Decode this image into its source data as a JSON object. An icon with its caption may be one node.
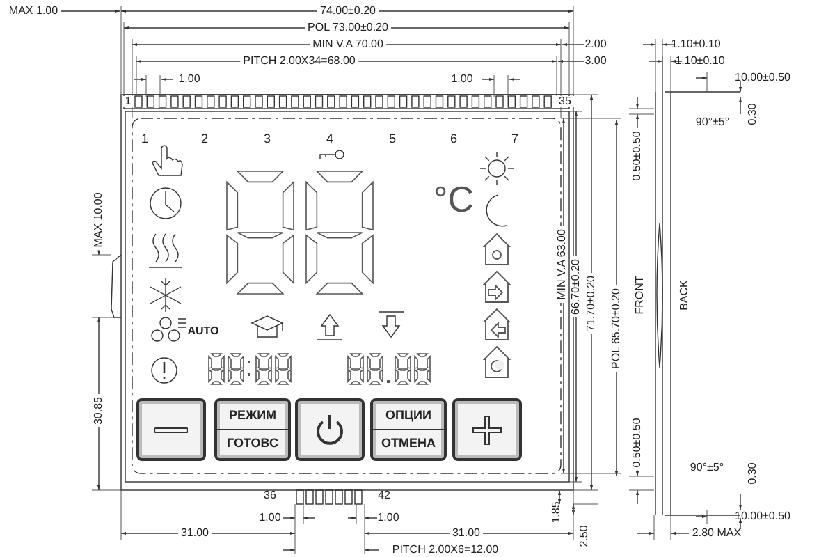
{
  "diagram": {
    "nodes": [
      {
        "text": [],
        "shape": "box"
      },
      {
        "text": [
          "РЕЖИМ",
          "ГОТОВС"
        ]
      },
      {
        "text": [],
        "shape": "box"
      },
      {
        "text": [
          "ОПЦИИ",
          "ОТМЕНА"
        ]
      },
      {
        "text": [],
        "shape": "box"
      }
    ],
    "edges": [],
    "labels": [
      "MAX 1.00",
      "74.00±0.20",
      "POL 73.00±0.20",
      "MIN V.A 70.00",
      "PITCH 2.00X34=68.00",
      "2.00",
      "3.00",
      "1.00",
      "1.00",
      "1.10±0.10",
      "1.10±0.10",
      "10.00±0.50",
      "1",
      "35",
      "1",
      "2",
      "3",
      "4",
      "5",
      "6",
      "7",
      "0.30",
      "90°±5°",
      "0.50±0.50",
      "°C",
      "MAX 10.00",
      "MIN V.A 63.00",
      "66.70±0.20",
      "71.70±0.20",
      "POL 65.70±0.20",
      "FRONT",
      "BACK",
      "AUTO",
      "30.85",
      "0.50±0.50",
      "90°±5°",
      "0.30",
      "36",
      "42",
      "1.85",
      "1.00",
      "1.00",
      "10.00±0.50",
      "2.50",
      "31.00",
      "31.00",
      "2.80 MAX",
      "PITCH 2.00X6=12.00"
    ]
  }
}
